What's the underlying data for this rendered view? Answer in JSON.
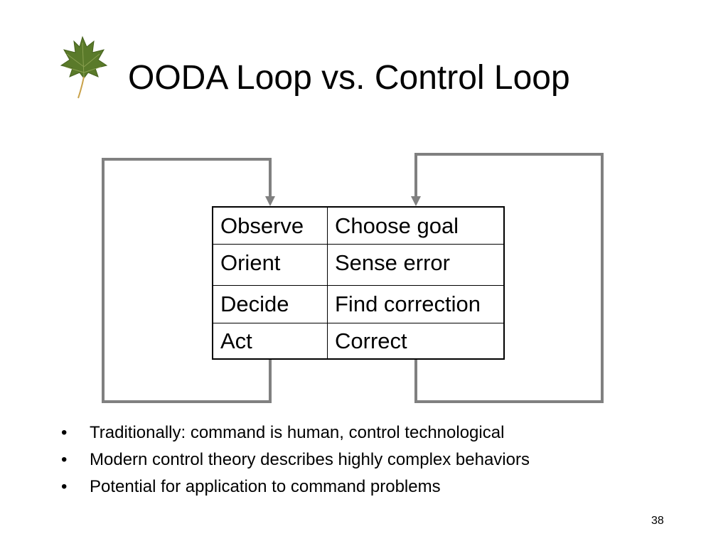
{
  "slide": {
    "title": "OODA Loop vs. Control Loop",
    "page_number": "38"
  },
  "table": {
    "rows": [
      {
        "ooda": "Observe",
        "control": "Choose goal"
      },
      {
        "ooda": "Orient",
        "control": "Sense error"
      },
      {
        "ooda": "Decide",
        "control": "Find correction"
      },
      {
        "ooda": "Act",
        "control": "Correct"
      }
    ]
  },
  "bullets": [
    "Traditionally: command is human, control technological",
    "Modern control theory describes highly complex behaviors",
    "Potential for application to command problems"
  ],
  "colors": {
    "loop_line": "#808080",
    "leaf": "#5a7a2a"
  },
  "icons": {
    "logo": "maple-leaf-icon",
    "bullet": "bullet-dot"
  }
}
